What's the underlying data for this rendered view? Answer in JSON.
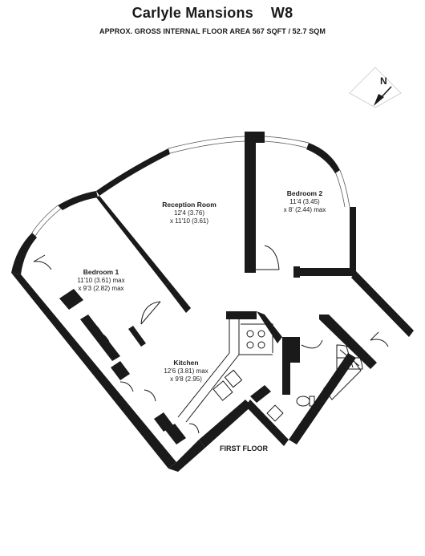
{
  "header": {
    "title": "Carlyle Mansions",
    "postcode": "W8",
    "area_text": "APPROX. GROSS INTERNAL FLOOR AREA 567 SQFT / 52.7 SQM"
  },
  "compass": {
    "label": "N",
    "icon": "north-arrow-icon"
  },
  "rooms": {
    "reception": {
      "name": "Reception Room",
      "dim1": "12'4 (3.76)",
      "dim2": "x 11'10 (3.61)"
    },
    "bedroom2": {
      "name": "Bedroom 2",
      "dim1": "11'4 (3.45)",
      "dim2": "x 8' (2.44) max"
    },
    "bedroom1": {
      "name": "Bedroom 1",
      "dim1": "11'10 (3.61) max",
      "dim2": "x 9'3 (2.82) max"
    },
    "kitchen": {
      "name": "Kitchen",
      "dim1": "12'6 (3.81) max",
      "dim2": "x 9'8 (2.95)"
    }
  },
  "floor_label": "FIRST FLOOR",
  "colors": {
    "walls": "#1a1a1a",
    "background": "#ffffff"
  }
}
